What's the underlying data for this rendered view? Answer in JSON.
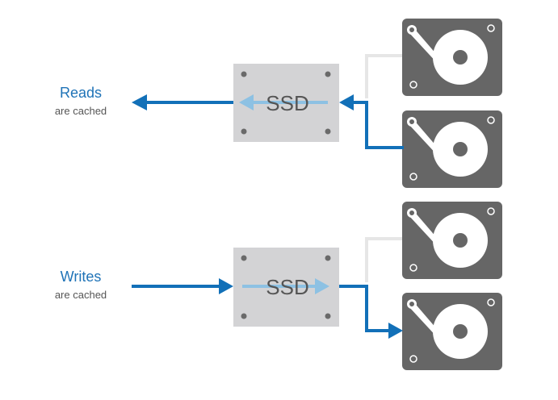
{
  "reads": {
    "title": "Reads",
    "subtitle": "are cached"
  },
  "writes": {
    "title": "Writes",
    "subtitle": "are cached"
  },
  "ssd_label": "SSD",
  "colors": {
    "arrow_dark": "#1270b8",
    "arrow_light": "#8dc1e3",
    "ssd_fill": "#d3d3d5",
    "drive_fill": "#666666",
    "connector": "#e6e6e6"
  }
}
